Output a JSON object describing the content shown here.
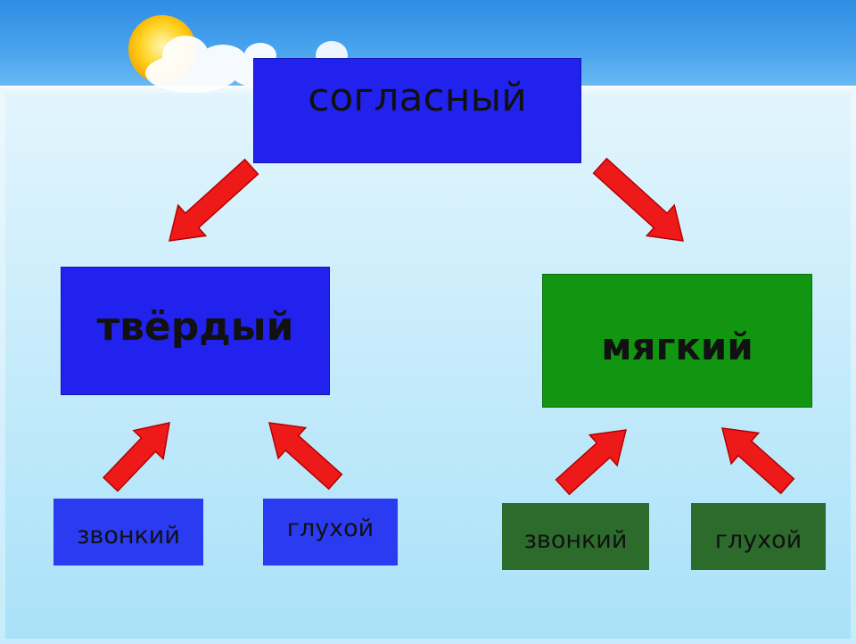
{
  "diagram": {
    "root": "согласный",
    "hard": "твёрдый",
    "soft": "мягкий",
    "hard_voiced": "звонкий",
    "hard_voiceless": "глухой",
    "soft_voiced": "звонкий",
    "soft_voiceless": "глухой"
  },
  "colors": {
    "blue_box": "#2222ee",
    "green_box": "#129612",
    "blue_leaf": "#2b3bf2",
    "green_leaf": "#2c6b2c",
    "arrow": "#ee1a1a"
  },
  "icons": [
    "sun-icon",
    "cloud-icon",
    "arrow-icon"
  ]
}
